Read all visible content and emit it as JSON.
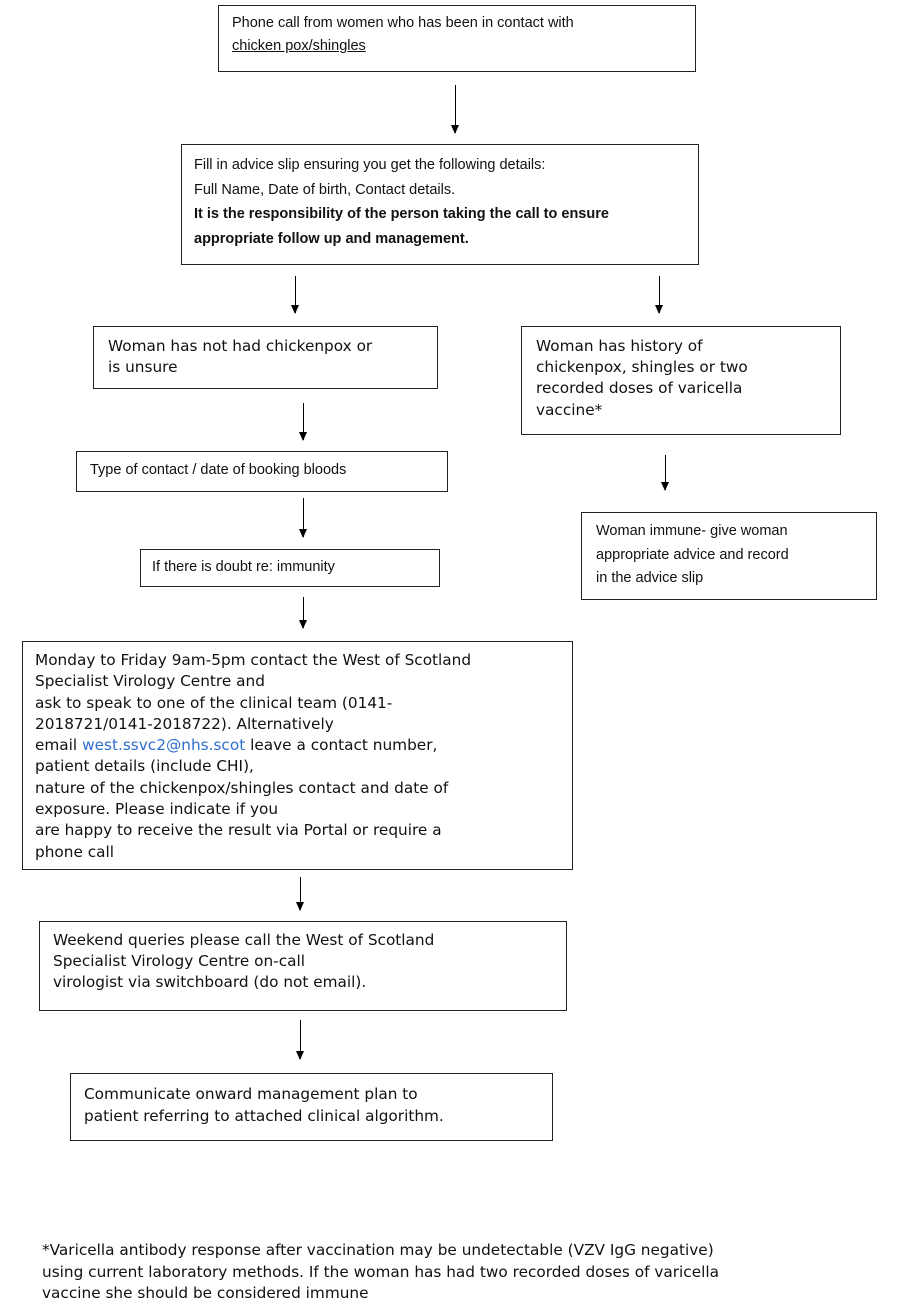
{
  "boxes": {
    "phone_call": {
      "lines": [
        "Phone call from women who has been in contact with",
        "chicken pox/shingles"
      ]
    },
    "advice_slip": {
      "lines": [
        "Fill in advice slip ensuring you get the following details:",
        "Full Name, Date of birth, Contact details.",
        "It is the responsibility of the person taking the call to ensure",
        "appropriate follow up and management."
      ]
    },
    "not_had": {
      "lines": [
        "Woman has not had chickenpox or",
        "is unsure"
      ]
    },
    "history": {
      "lines": [
        "Woman has history of",
        "chickenpox, shingles or two",
        "recorded doses of varicella",
        "vaccine*"
      ]
    },
    "type_contact": {
      "lines": [
        "Type of contact / date of booking bloods"
      ]
    },
    "immune": {
      "lines": [
        "Woman immune- give woman",
        "appropriate advice and record",
        "in the advice slip"
      ]
    },
    "doubt": {
      "lines": [
        "If there is doubt re: immunity"
      ]
    },
    "weekday": {
      "lines": [
        "Monday to Friday 9am-5pm contact the West of Scotland",
        "Specialist Virology Centre and",
        "ask to speak to one of the clinical team (0141-",
        "2018721/0141-2018722). Alternatively",
        "leave a contact number,",
        "patient details (include CHI),",
        "nature of the chickenpox/shingles contact and date of",
        "exposure. Please indicate if you",
        "are happy to receive the result via Portal or require a",
        "phone call"
      ],
      "email_prefix": "email ",
      "email": "west.ssvc2@nhs.scot"
    },
    "weekend": {
      "lines": [
        "Weekend queries please call the West of Scotland",
        "Specialist Virology Centre on-call",
        "virologist via switchboard (do not email)."
      ]
    },
    "communicate": {
      "lines": [
        "Communicate onward management plan to",
        "patient referring to attached clinical algorithm."
      ]
    }
  },
  "footnote": {
    "lines": [
      "*Varicella antibody response after vaccination may be undetectable (VZV IgG negative)",
      "using current laboratory methods. If the woman has had two recorded doses of varicella",
      "vaccine she should be considered immune"
    ]
  },
  "colors": {
    "link": "#2f6fd0",
    "border": "#222222"
  }
}
